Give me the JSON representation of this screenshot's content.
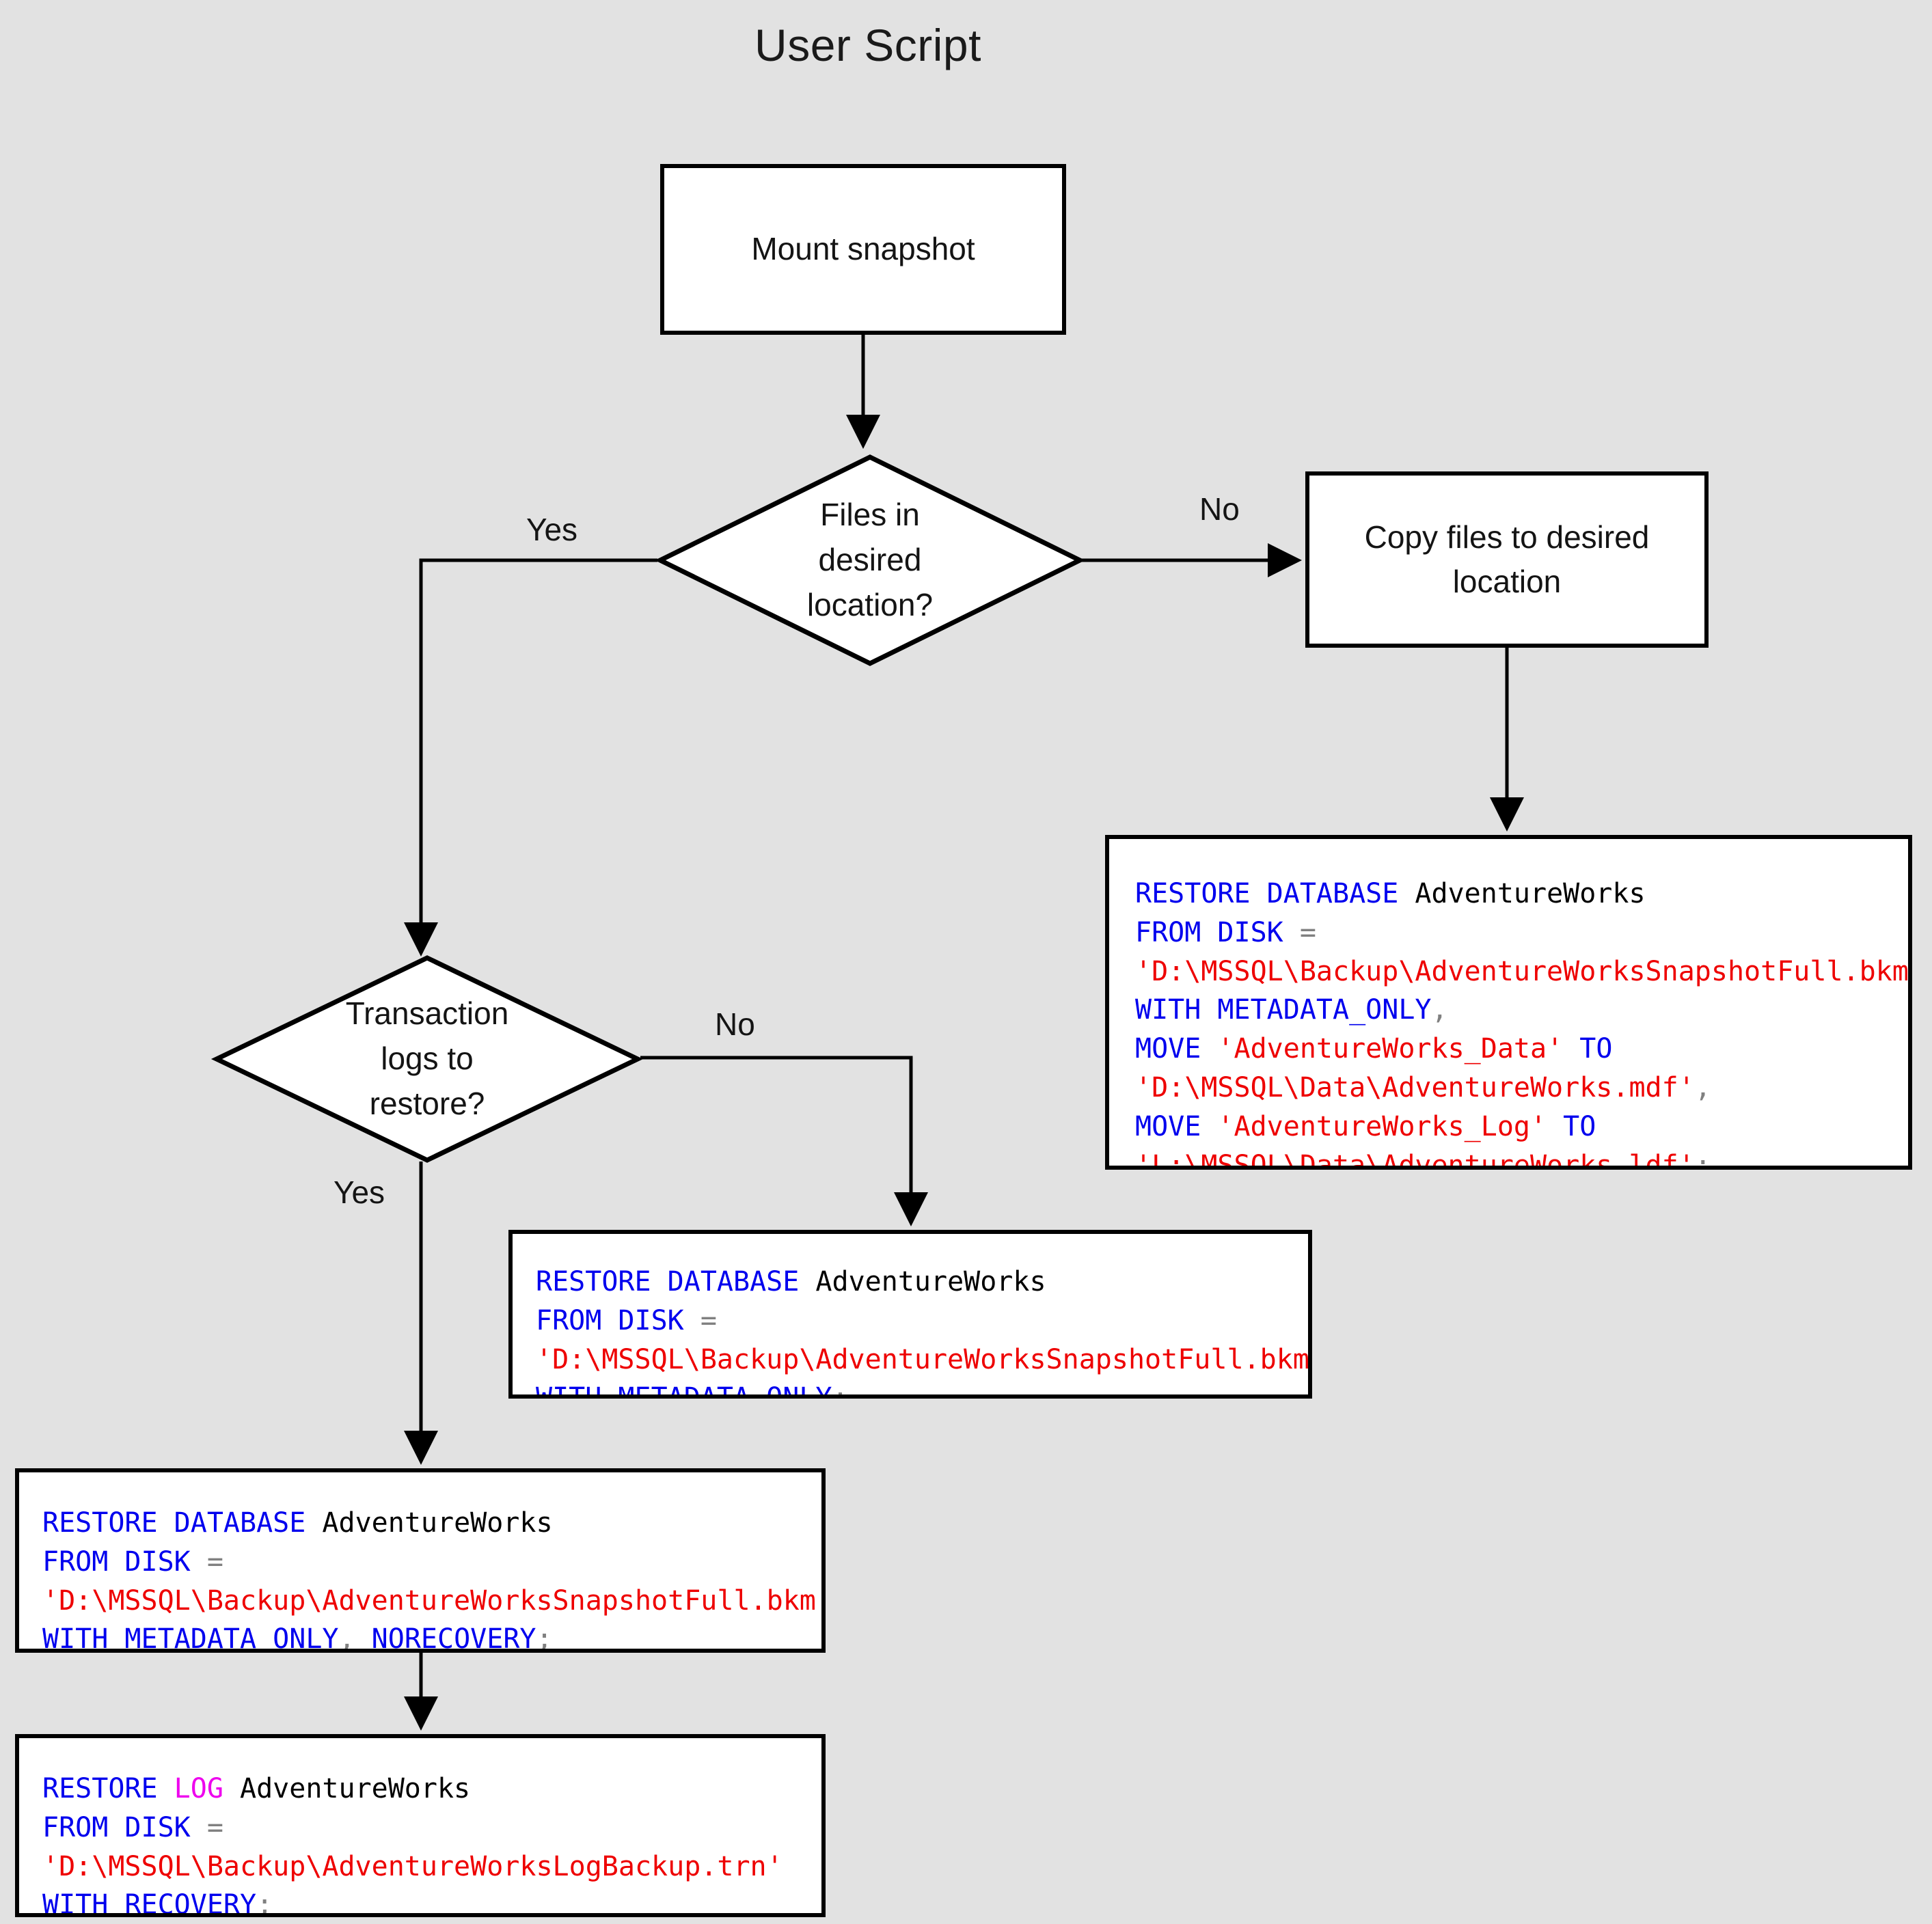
{
  "title": "User Script",
  "theme": {
    "background": "#e2e2e2",
    "node_fill": "#ffffff",
    "stroke": "#000000",
    "keyword_color": "#0000ee",
    "keyword_alt_color": "#ee00ee",
    "string_color": "#ee0000",
    "plain_color": "#000000",
    "punct_color": "#808080"
  },
  "nodes": {
    "mount_snapshot": {
      "label": "Mount snapshot",
      "shape": "process"
    },
    "files_in_desired_location": {
      "label": "Files in\ndesired\nlocation?",
      "shape": "decision"
    },
    "copy_files": {
      "label": "Copy files to desired\nlocation",
      "shape": "process"
    },
    "transaction_logs": {
      "label": "Transaction\nlogs to\nrestore?",
      "shape": "decision"
    }
  },
  "edge_labels": {
    "files_yes": "Yes",
    "files_no": "No",
    "logs_no": "No",
    "logs_yes": "Yes"
  },
  "code_blocks": {
    "restore_with_move": {
      "name": "restore-database-with-move",
      "lines": [
        [
          {
            "t": "RESTORE DATABASE ",
            "c": "kw"
          },
          {
            "t": "AdventureWorks",
            "c": "pl"
          }
        ],
        [
          {
            "t": "FROM DISK ",
            "c": "kw"
          },
          {
            "t": "=",
            "c": "pn"
          }
        ],
        [
          {
            "t": "'D:\\MSSQL\\Backup\\AdventureWorksSnapshotFull.bkm'",
            "c": "str"
          }
        ],
        [
          {
            "t": "WITH METADATA_ONLY",
            "c": "kw"
          },
          {
            "t": ",",
            "c": "pn"
          }
        ],
        [
          {
            "t": "MOVE ",
            "c": "kw"
          },
          {
            "t": "'AdventureWorks_Data'",
            "c": "str"
          },
          {
            "t": " TO",
            "c": "kw"
          }
        ],
        [
          {
            "t": "'D:\\MSSQL\\Data\\AdventureWorks.mdf'",
            "c": "str"
          },
          {
            "t": ",",
            "c": "pn"
          }
        ],
        [
          {
            "t": "MOVE ",
            "c": "kw"
          },
          {
            "t": "'AdventureWorks_Log'",
            "c": "str"
          },
          {
            "t": " TO",
            "c": "kw"
          }
        ],
        [
          {
            "t": "'L:\\MSSQL\\Data\\AdventureWorks.ldf'",
            "c": "str"
          },
          {
            "t": ";",
            "c": "pn"
          }
        ]
      ]
    },
    "restore_metadata_only": {
      "name": "restore-database-metadata-only",
      "lines": [
        [
          {
            "t": "RESTORE DATABASE ",
            "c": "kw"
          },
          {
            "t": "AdventureWorks",
            "c": "pl"
          }
        ],
        [
          {
            "t": "FROM DISK ",
            "c": "kw"
          },
          {
            "t": "=",
            "c": "pn"
          }
        ],
        [
          {
            "t": "'D:\\MSSQL\\Backup\\AdventureWorksSnapshotFull.bkm'",
            "c": "str"
          }
        ],
        [
          {
            "t": "WITH METADATA_ONLY",
            "c": "kw"
          },
          {
            "t": ";",
            "c": "pn"
          }
        ]
      ]
    },
    "restore_norecovery": {
      "name": "restore-database-norecovery",
      "lines": [
        [
          {
            "t": "RESTORE DATABASE ",
            "c": "kw"
          },
          {
            "t": "AdventureWorks",
            "c": "pl"
          }
        ],
        [
          {
            "t": "FROM DISK ",
            "c": "kw"
          },
          {
            "t": "=",
            "c": "pn"
          }
        ],
        [
          {
            "t": "'D:\\MSSQL\\Backup\\AdventureWorksSnapshotFull.bkm'",
            "c": "str"
          }
        ],
        [
          {
            "t": "WITH METADATA_ONLY",
            "c": "kw"
          },
          {
            "t": ", ",
            "c": "pn"
          },
          {
            "t": "NORECOVERY",
            "c": "kw"
          },
          {
            "t": ";",
            "c": "pn"
          }
        ]
      ]
    },
    "restore_log": {
      "name": "restore-log-with-recovery",
      "lines": [
        [
          {
            "t": "RESTORE ",
            "c": "kw"
          },
          {
            "t": "LOG",
            "c": "kw2"
          },
          {
            "t": " AdventureWorks",
            "c": "pl"
          }
        ],
        [
          {
            "t": "FROM DISK ",
            "c": "kw"
          },
          {
            "t": "=",
            "c": "pn"
          }
        ],
        [
          {
            "t": "'D:\\MSSQL\\Backup\\AdventureWorksLogBackup.trn'",
            "c": "str"
          }
        ],
        [
          {
            "t": "WITH RECOVERY",
            "c": "kw"
          },
          {
            "t": ";",
            "c": "pn"
          }
        ]
      ]
    }
  }
}
